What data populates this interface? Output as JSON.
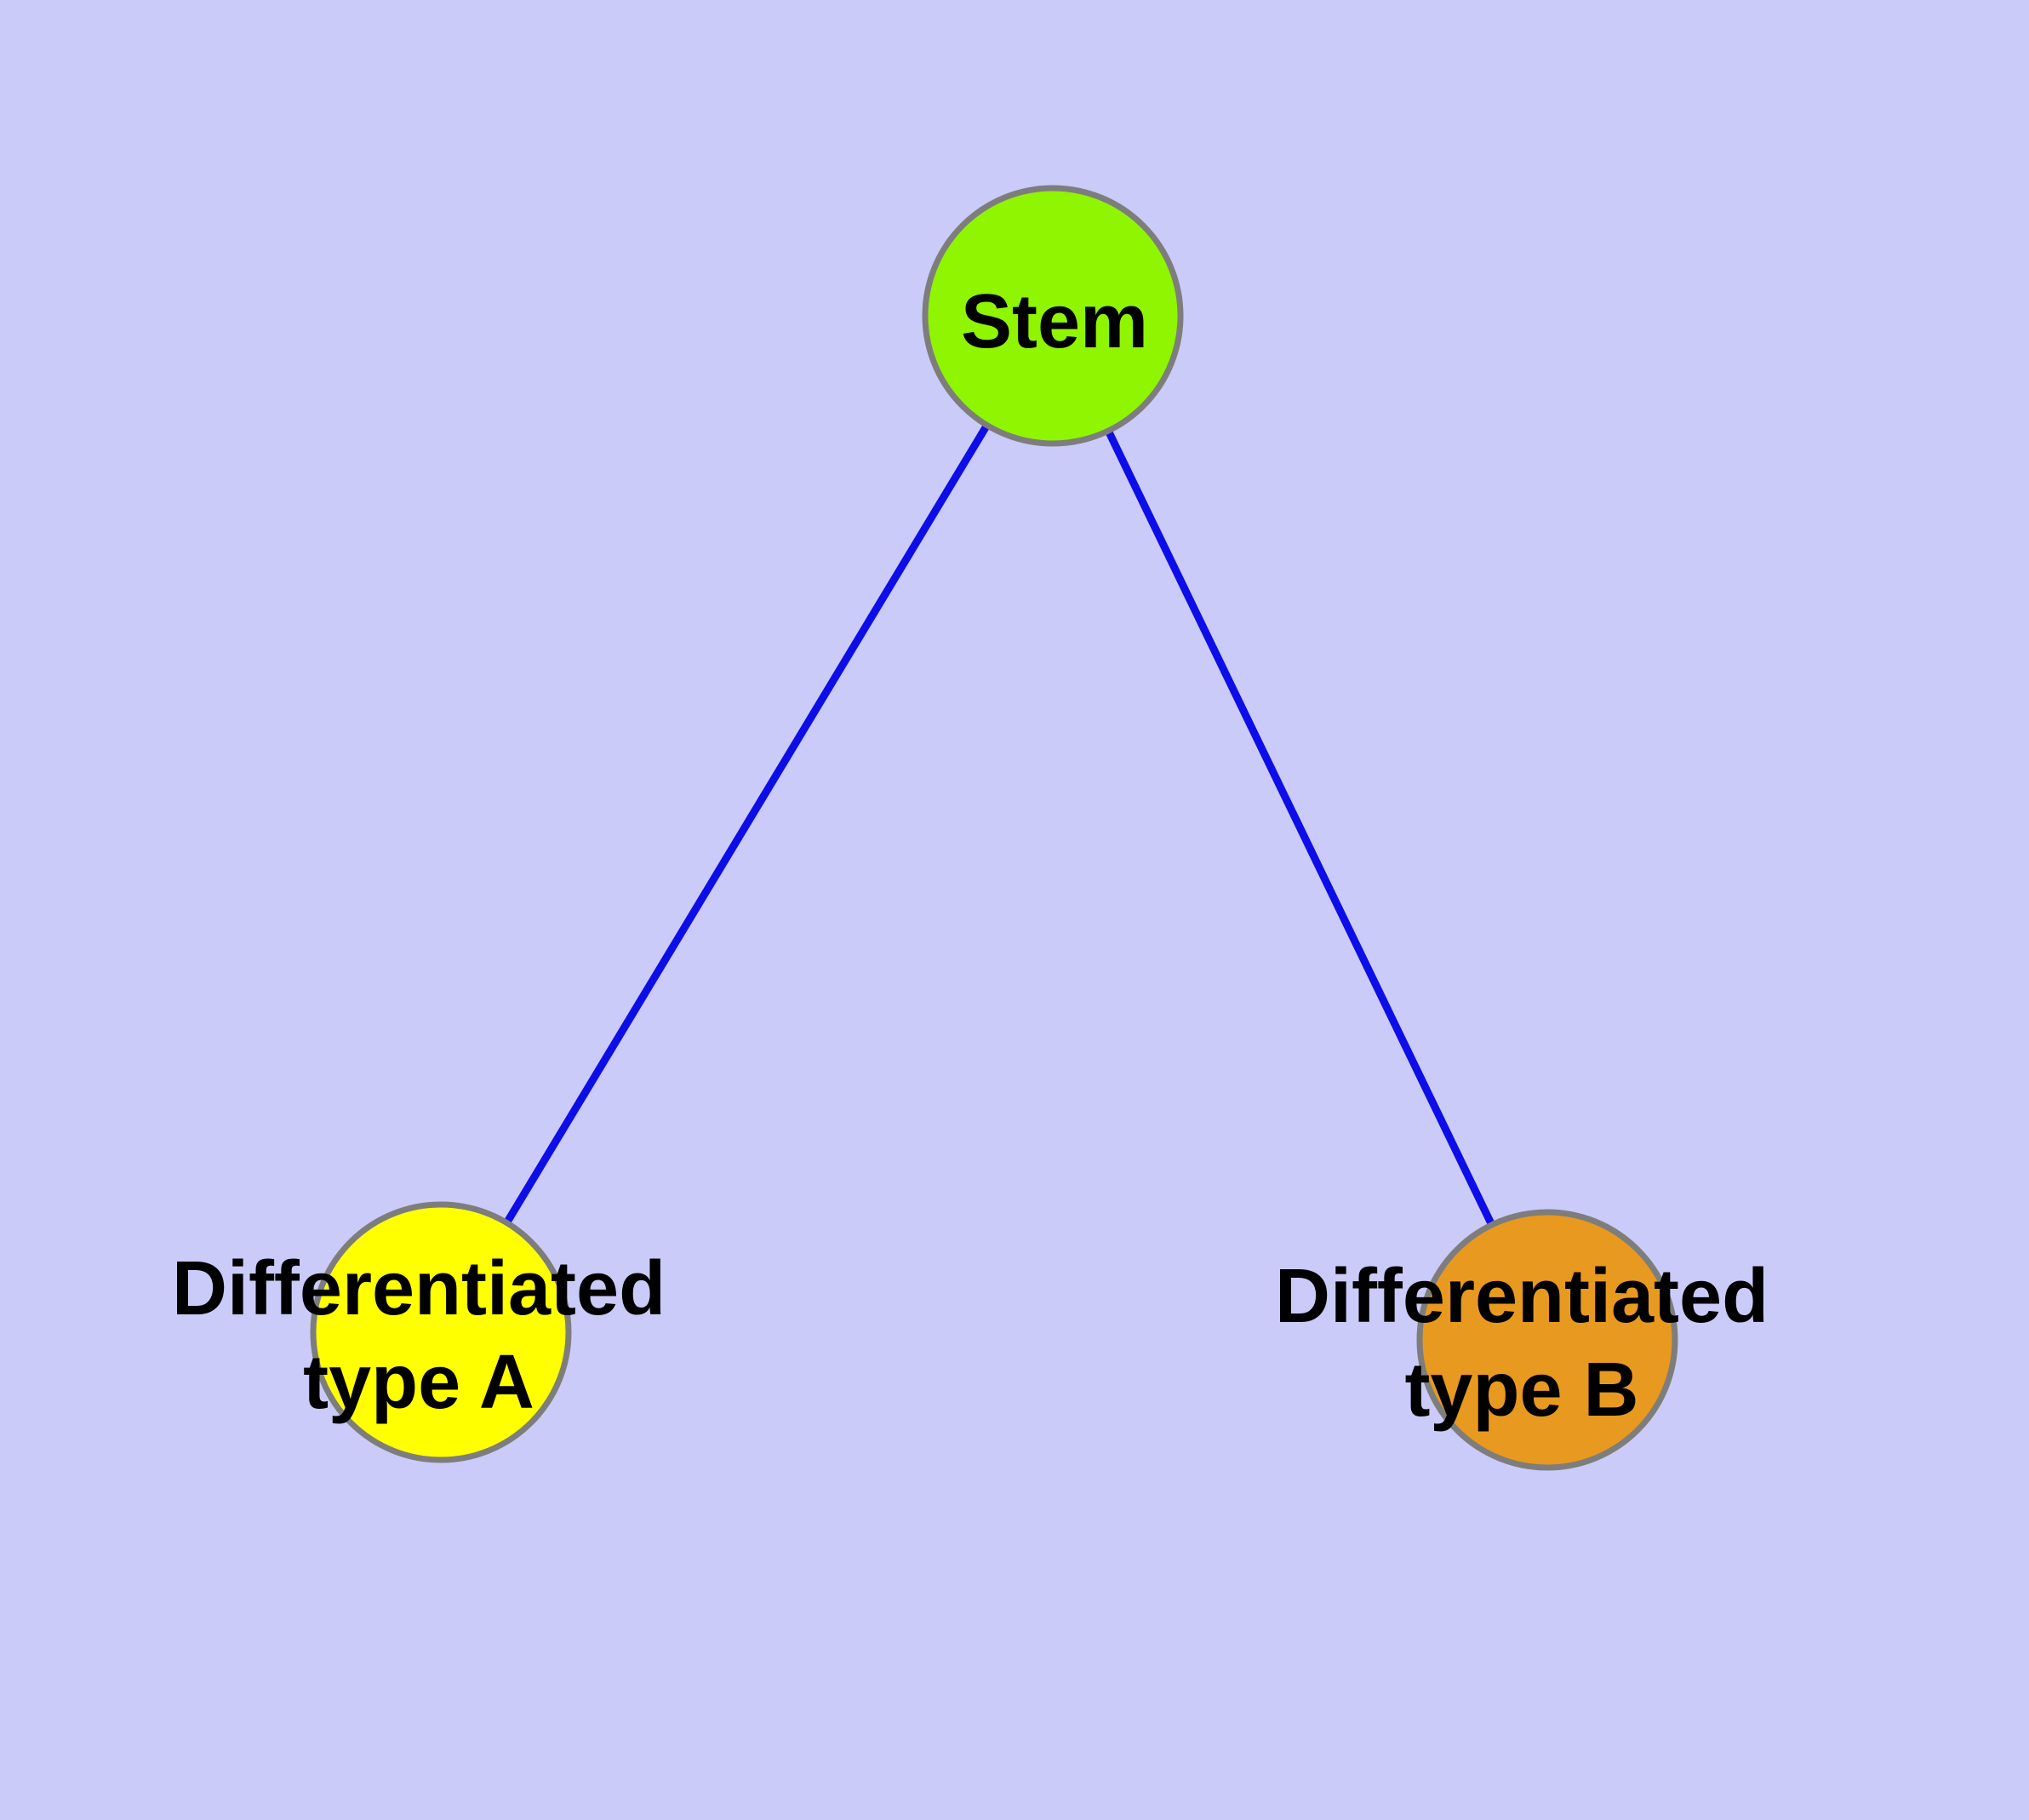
{
  "diagram": {
    "type": "graph",
    "background_color": "#CACBF8",
    "edge_color": "#0D0DE8",
    "node_border_color": "#7D7D7D",
    "label_color": "#000000",
    "nodes": [
      {
        "id": "stem",
        "label": "Stem",
        "color": "#8FF500"
      },
      {
        "id": "differentiated-type-a",
        "label": "Differentiated\ntype A",
        "color": "#FFFF00"
      },
      {
        "id": "differentiated-type-b",
        "label": "Differentiated\ntype B",
        "color": "#E8991F"
      }
    ],
    "edges": [
      {
        "from": "stem",
        "to": "differentiated-type-a"
      },
      {
        "from": "stem",
        "to": "differentiated-type-b"
      }
    ]
  }
}
